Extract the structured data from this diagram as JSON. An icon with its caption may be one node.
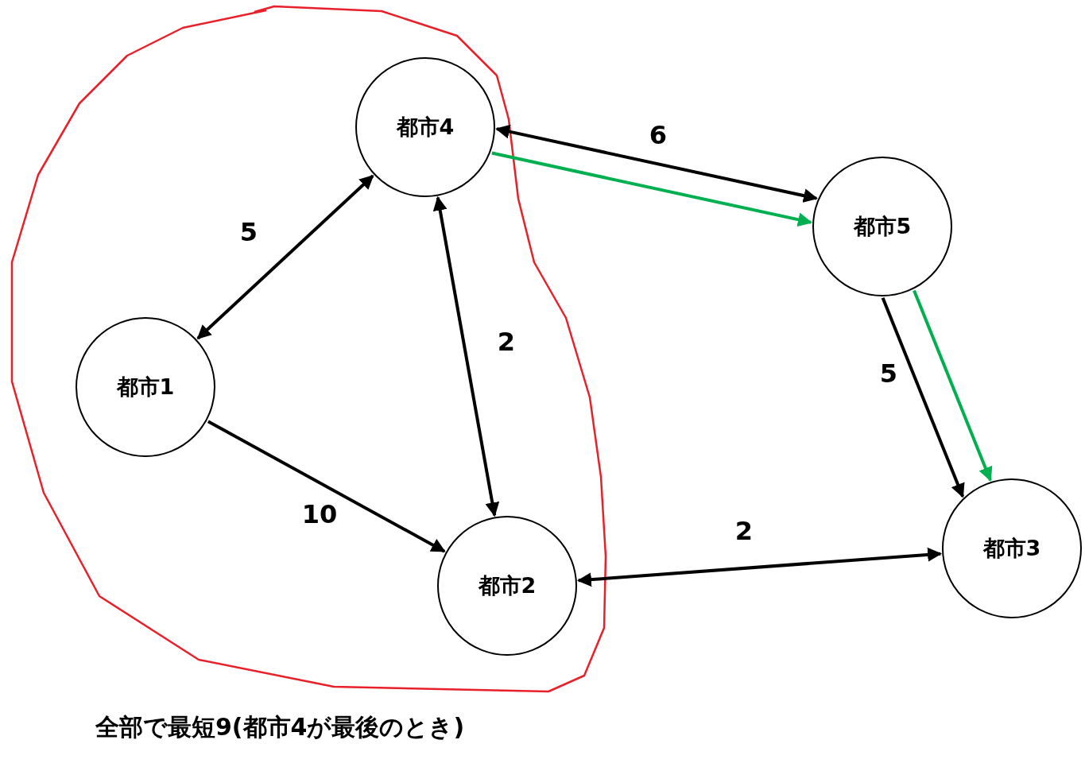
{
  "diagram": {
    "caption": "全部で最短9(都市4が最後のとき)",
    "nodes": [
      {
        "text": [
          "都市4"
        ]
      },
      {
        "text": [
          "都市5"
        ]
      },
      {
        "text": [
          "都市1"
        ]
      },
      {
        "text": [
          "都市2"
        ]
      },
      {
        "text": [
          "都市3"
        ]
      }
    ],
    "edges": [
      {
        "from": 0,
        "to": 2,
        "arrow": "both",
        "label": "5"
      },
      {
        "from": 0,
        "to": 3,
        "arrow": "both",
        "label": "2"
      },
      {
        "from": 2,
        "to": 3,
        "arrow": "to",
        "label": "10"
      },
      {
        "from": 0,
        "to": 1,
        "arrow": "both",
        "label": "6"
      },
      {
        "from": 0,
        "to": 1,
        "arrow": "to",
        "color": "#00b050"
      },
      {
        "from": 1,
        "to": 4,
        "arrow": "to",
        "label": "5"
      },
      {
        "from": 1,
        "to": 4,
        "arrow": "to",
        "color": "#00b050"
      },
      {
        "from": 4,
        "to": 3,
        "arrow": "both",
        "label": "2"
      }
    ]
  }
}
